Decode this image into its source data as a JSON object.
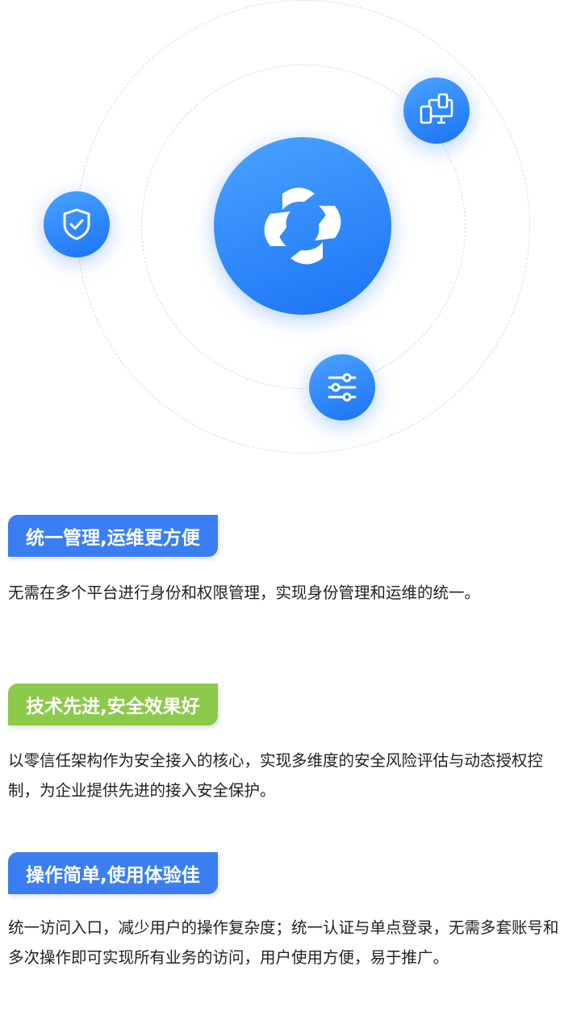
{
  "colors": {
    "blue": "#3a7ef2",
    "green": "#8dc94a"
  },
  "icons": [
    "logo-icon",
    "shield-check-icon",
    "devices-icon",
    "sliders-icon"
  ],
  "sections": [
    {
      "title": "统一管理,运维更方便",
      "text": "无需在多个平台进行身份和权限管理，实现身份管理和运维的统一。"
    },
    {
      "title": "技术先进,安全效果好",
      "text": "以零信任架构作为安全接入的核心，实现多维度的安全风险评估与动态授权控制，为企业提供先进的接入安全保护。"
    },
    {
      "title": "操作简单,使用体验佳",
      "text": "统一访问入口，减少用户的操作复杂度；统一认证与单点登录，无需多套账号和多次操作即可实现所有业务的访问，用户使用方便，易于推广。"
    }
  ]
}
